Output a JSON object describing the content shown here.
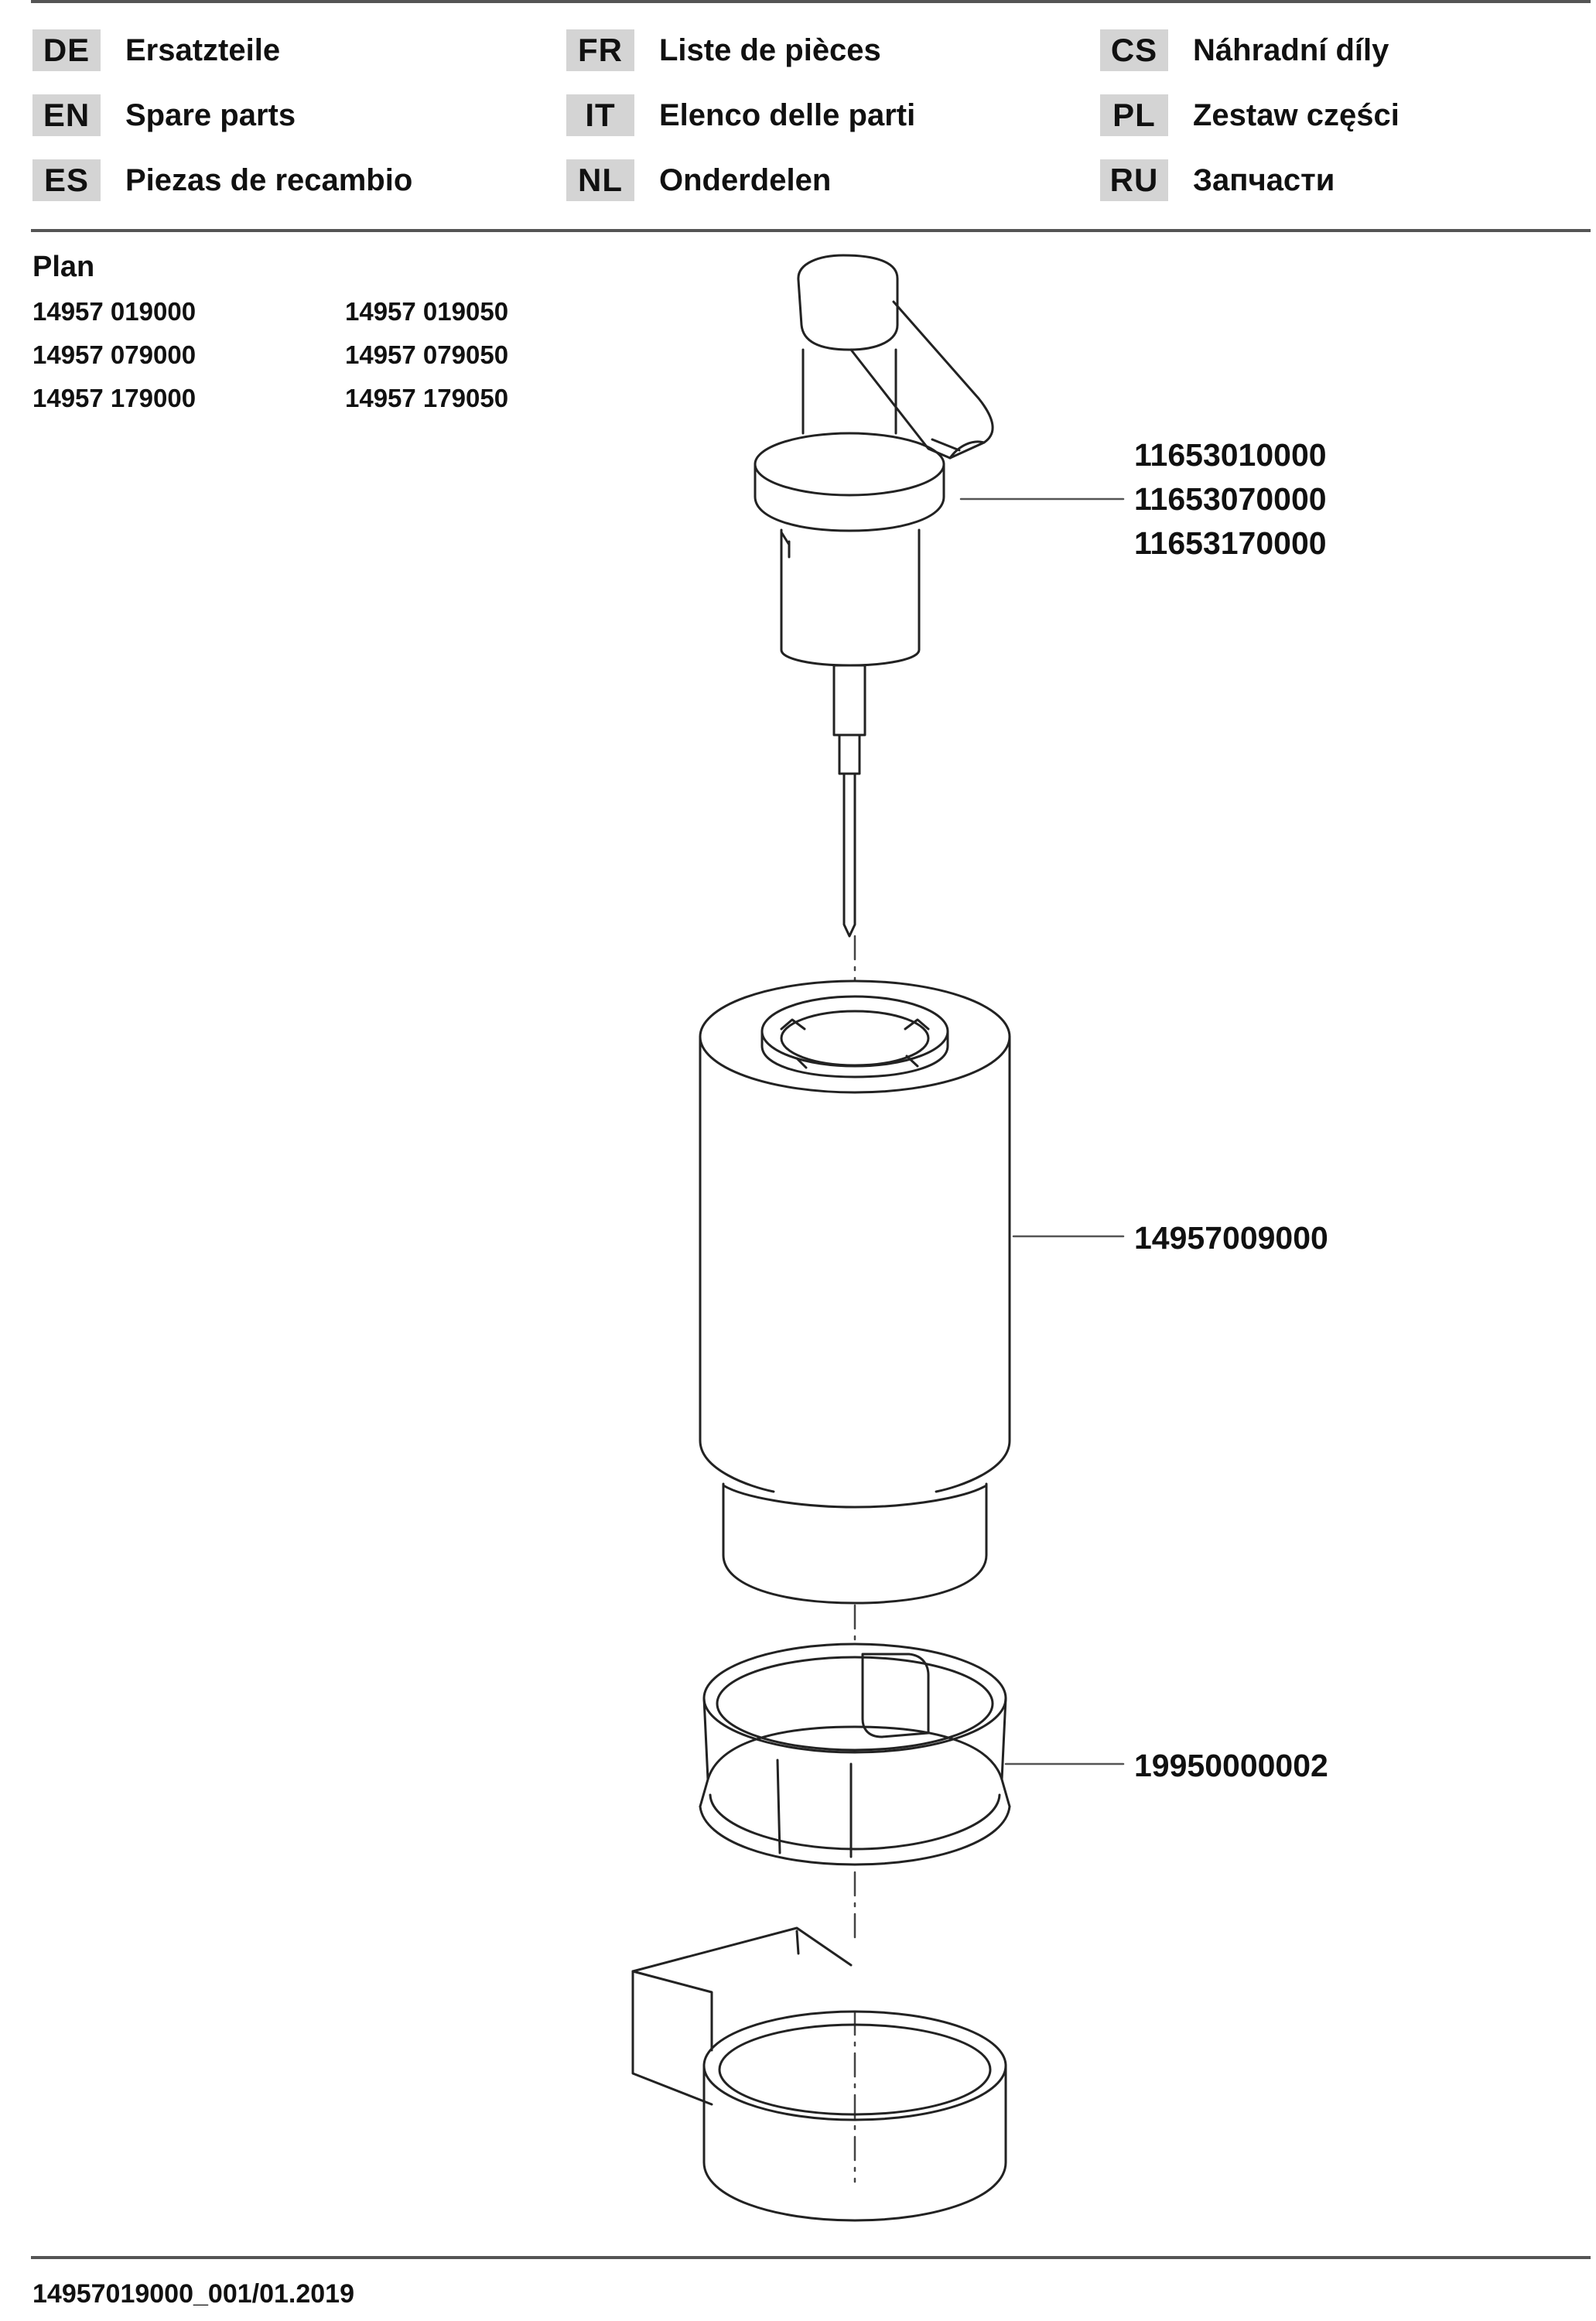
{
  "languages": [
    {
      "code": "DE",
      "name": "Ersatzteile"
    },
    {
      "code": "EN",
      "name": "Spare parts"
    },
    {
      "code": "ES",
      "name": "Piezas de recambio"
    },
    {
      "code": "FR",
      "name": "Liste de pièces"
    },
    {
      "code": "IT",
      "name": "Elenco delle parti"
    },
    {
      "code": "NL",
      "name": "Onderdelen"
    },
    {
      "code": "CS",
      "name": "Náhradní díly"
    },
    {
      "code": "PL",
      "name": "Zestaw części"
    },
    {
      "code": "RU",
      "name": "Запчасти"
    }
  ],
  "product": {
    "name": "Plan",
    "models": [
      "14957 019000",
      "14957 019050",
      "14957 079000",
      "14957 079050",
      "14957 179000",
      "14957 179050"
    ]
  },
  "parts": [
    {
      "part": "pump-head",
      "numbers": [
        "11653010000",
        "11653070000",
        "11653170000"
      ]
    },
    {
      "part": "container",
      "numbers": [
        "14957009000"
      ]
    },
    {
      "part": "ring",
      "numbers": [
        "19950000002"
      ]
    }
  ],
  "footer": {
    "document_code": "14957019000_001/01.2019"
  }
}
